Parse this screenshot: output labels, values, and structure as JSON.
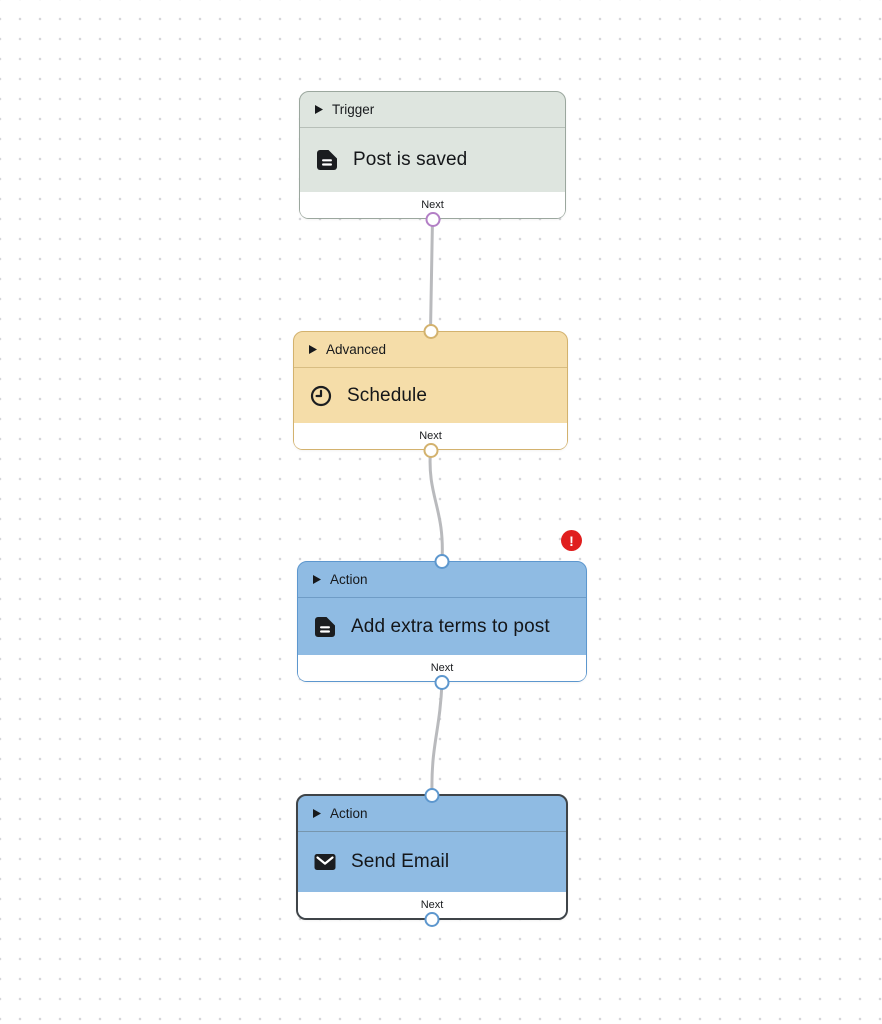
{
  "canvas": {
    "background": "#ffffff",
    "dot_color": "#d6d6da",
    "edge_color": "#b9babd"
  },
  "badge": {
    "symbol": "!",
    "background": "#e01e1e",
    "text_color": "#ffffff"
  },
  "nodes": [
    {
      "category": "Trigger",
      "title": "Post is saved",
      "icon": "document-icon",
      "footer_label": "Next",
      "selected": false,
      "has_error": false,
      "colors": {
        "fill": "#dee5df",
        "border": "#9ba79e",
        "divider": "#b7bfb8",
        "port": "#b37fc6"
      }
    },
    {
      "category": "Advanced",
      "title": "Schedule",
      "icon": "clock-icon",
      "footer_label": "Next",
      "selected": false,
      "has_error": false,
      "colors": {
        "fill": "#f5dda9",
        "border": "#d3b26e",
        "divider": "#d8bd82",
        "port": "#d3b26e"
      }
    },
    {
      "category": "Action",
      "title": "Add extra terms to post",
      "icon": "document-icon",
      "footer_label": "Next",
      "selected": false,
      "has_error": true,
      "colors": {
        "fill": "#8fbbe3",
        "border": "#5d97ce",
        "divider": "#6f9cc6",
        "port": "#5d97ce"
      }
    },
    {
      "category": "Action",
      "title": "Send Email",
      "icon": "envelope-icon",
      "footer_label": "Next",
      "selected": true,
      "has_error": false,
      "colors": {
        "fill": "#8fbbe3",
        "border": "#3f4448",
        "divider": "#7796ae",
        "port": "#5d97ce"
      }
    }
  ],
  "edges": [
    {
      "from": "Post is saved",
      "to": "Schedule"
    },
    {
      "from": "Schedule",
      "to": "Add extra terms to post"
    },
    {
      "from": "Add extra terms to post",
      "to": "Send Email"
    }
  ]
}
